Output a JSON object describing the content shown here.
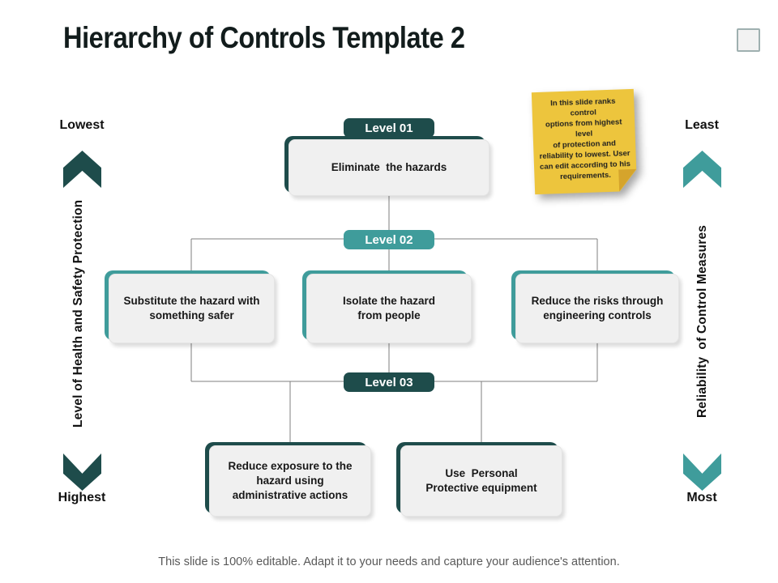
{
  "slide": {
    "title": "Hierarchy of Controls Template 2",
    "footer": "This slide is 100% editable. Adapt it to your needs and capture your audience's attention."
  },
  "left_axis": {
    "top_label": "Lowest",
    "bottom_label": "Highest",
    "axis_label": "Level of Health and Safety Protection"
  },
  "right_axis": {
    "top_label": "Least",
    "bottom_label": "Most",
    "axis_label": "Reliability  of Control Measures"
  },
  "sticky_note": {
    "text": "In this slide ranks control\noptions from highest level\nof protection and\nreliability to lowest. User\ncan edit according to his\nrequirements."
  },
  "levels": [
    {
      "badge": "Level 01",
      "boxes": [
        {
          "text": "Eliminate  the hazards"
        }
      ]
    },
    {
      "badge": "Level 02",
      "boxes": [
        {
          "text": "Substitute the hazard with\nsomething safer"
        },
        {
          "text": "Isolate the hazard\nfrom people"
        },
        {
          "text": "Reduce the risks through\nengineering controls"
        }
      ]
    },
    {
      "badge": "Level 03",
      "boxes": [
        {
          "text": "Reduce exposure to the\nhazard using\nadministrative actions"
        },
        {
          "text": "Use  Personal\nProtective equipment"
        }
      ]
    }
  ],
  "colors": {
    "dark_teal": "#1e4c4b",
    "teal": "#3f9c9b",
    "note_yellow": "#edc53d",
    "note_fold": "#d5a42c",
    "box_fill": "#f0f0f0",
    "connector_gray": "#7f7f7f",
    "footer_gray": "#595959"
  }
}
